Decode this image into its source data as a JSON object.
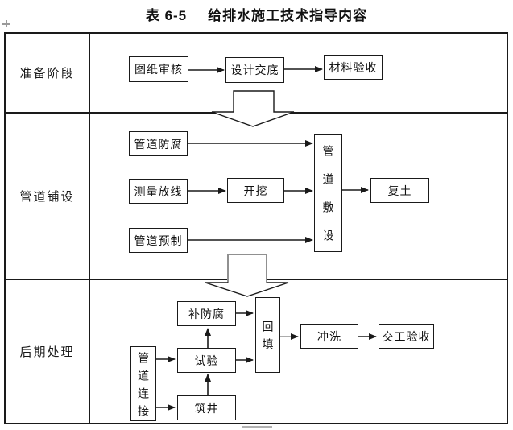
{
  "title": {
    "table_no": "表 6-5",
    "text": "给排水施工技术指导内容"
  },
  "stages": [
    {
      "label": "准备阶段",
      "nodes": {
        "drawing_review": "图纸审核",
        "design_disclosure": "设计交底",
        "material_acceptance": "材料验收"
      }
    },
    {
      "label": "管道铺设",
      "nodes": {
        "pipe_anticorrosion": "管道防腐",
        "survey_layout": "测量放线",
        "pipe_prefabrication": "管道预制",
        "excavation": "开挖",
        "pipe_laying": "管道敷设",
        "soil_recover": "复土"
      }
    },
    {
      "label": "后期处理",
      "nodes": {
        "pipe_connection": "管道连接",
        "anticorrosion_repair": "补防腐",
        "test": "试验",
        "well_construction": "筑井",
        "backfill": "回填",
        "flushing": "冲洗",
        "handover_acceptance": "交工验收"
      }
    }
  ],
  "colors": {
    "line": "#1a1a1a",
    "shaft_gray": "#909090",
    "background": "#ffffff"
  }
}
